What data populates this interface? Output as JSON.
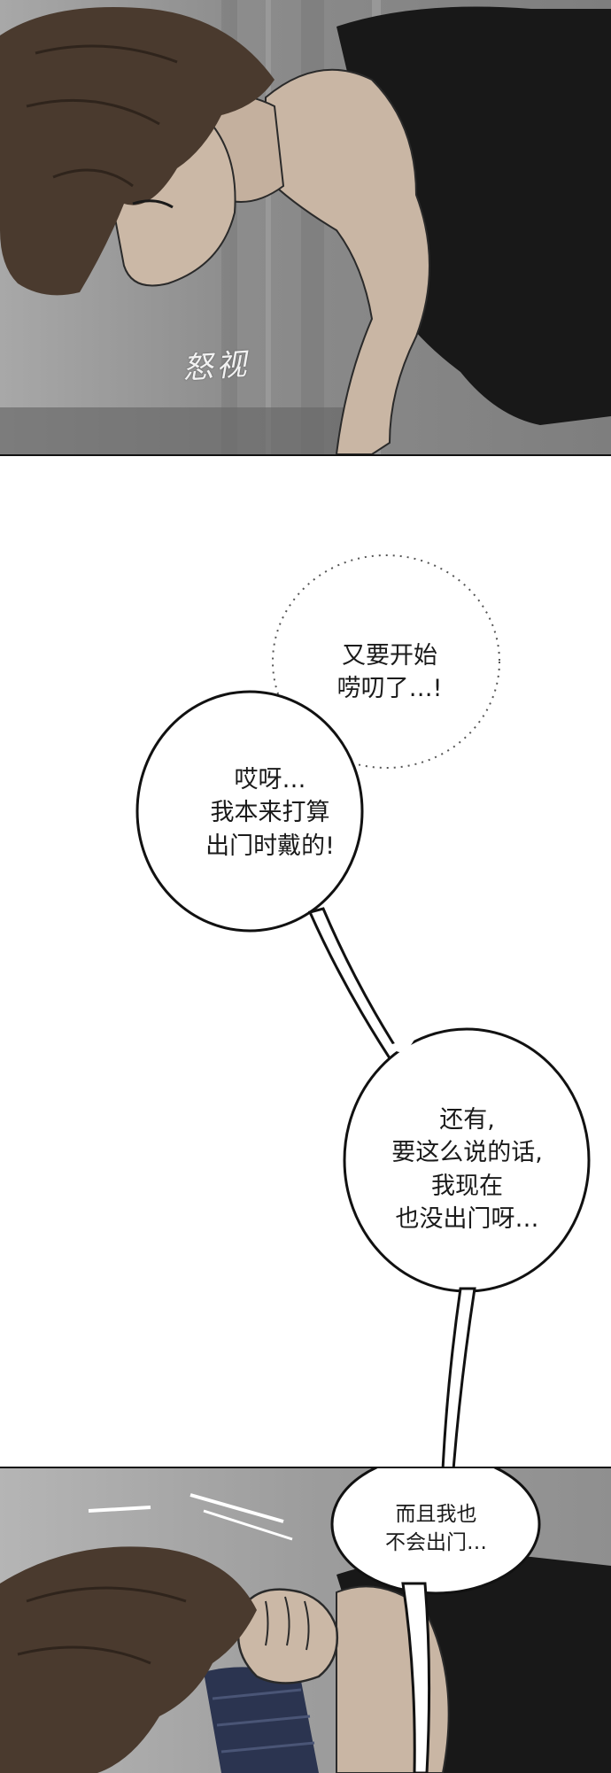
{
  "sfx": {
    "glare": "怒视"
  },
  "bubbles": {
    "thought": {
      "lines": [
        "又要开始",
        "唠叨了…!"
      ]
    },
    "speech1": {
      "lines": [
        "哎呀…",
        "我本来打算",
        "出门时戴的!"
      ]
    },
    "speech2": {
      "lines": [
        "还有,",
        "要这么说的话,",
        "我现在",
        "也没出门呀…"
      ]
    },
    "speech3": {
      "lines": [
        "而且我也",
        "不会出门…"
      ]
    }
  },
  "colors": {
    "hair": "#4a3a2e",
    "skin": "#c9b6a4",
    "shirt": "#181818",
    "sleeve": "#2b3450",
    "background_gray": "#8c8c8c"
  }
}
